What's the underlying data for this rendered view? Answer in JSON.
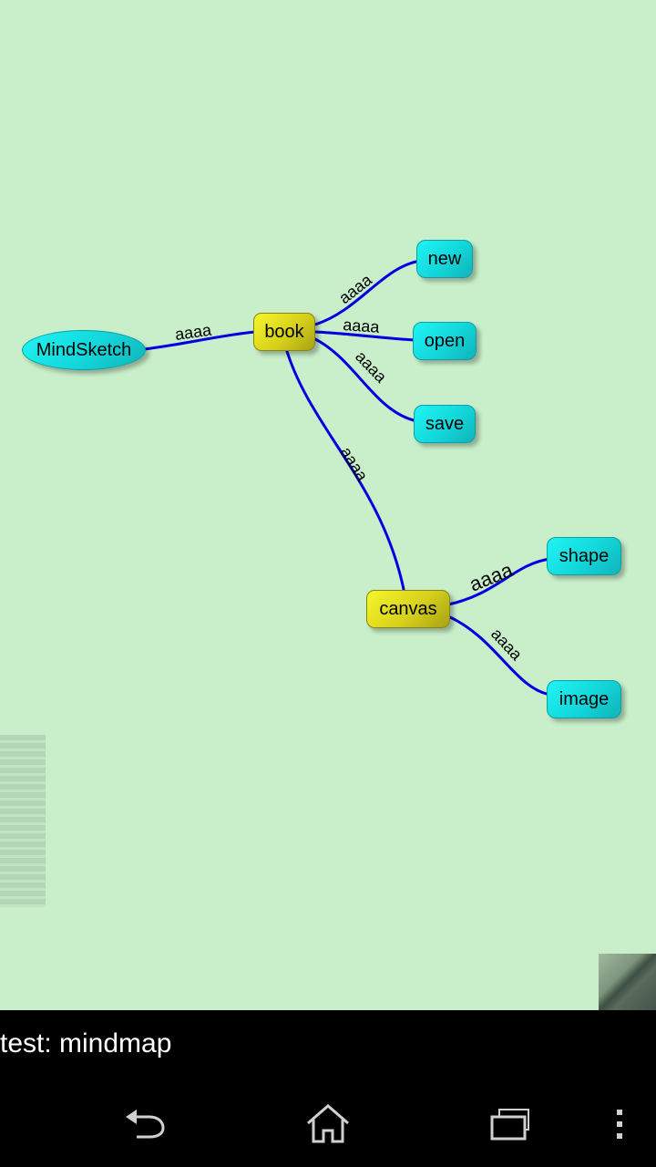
{
  "mindmap": {
    "root": {
      "label": "MindSketch"
    },
    "nodes": [
      {
        "id": "book",
        "label": "book"
      },
      {
        "id": "new",
        "label": "new"
      },
      {
        "id": "open",
        "label": "open"
      },
      {
        "id": "save",
        "label": "save"
      },
      {
        "id": "canvas",
        "label": "canvas"
      },
      {
        "id": "shape",
        "label": "shape"
      },
      {
        "id": "image",
        "label": "image"
      }
    ],
    "edge_label": "aaaa",
    "edges": [
      {
        "from": "MindSketch",
        "to": "book",
        "label": "aaaa"
      },
      {
        "from": "book",
        "to": "new",
        "label": "aaaa"
      },
      {
        "from": "book",
        "to": "open",
        "label": "aaaa"
      },
      {
        "from": "book",
        "to": "save",
        "label": "aaaa"
      },
      {
        "from": "book",
        "to": "canvas",
        "label": "aaaa"
      },
      {
        "from": "canvas",
        "to": "shape",
        "label": "aaaa"
      },
      {
        "from": "canvas",
        "to": "image",
        "label": "aaaa"
      }
    ]
  },
  "status": {
    "text": "test: mindmap"
  },
  "colors": {
    "background": "#c9efca",
    "edge": "#0000e0",
    "child_node": "#13d6da",
    "branch_node": "#d6d11c"
  },
  "navbar": {
    "icons": [
      "back-icon",
      "home-icon",
      "recent-apps-icon",
      "overflow-menu-icon"
    ]
  }
}
